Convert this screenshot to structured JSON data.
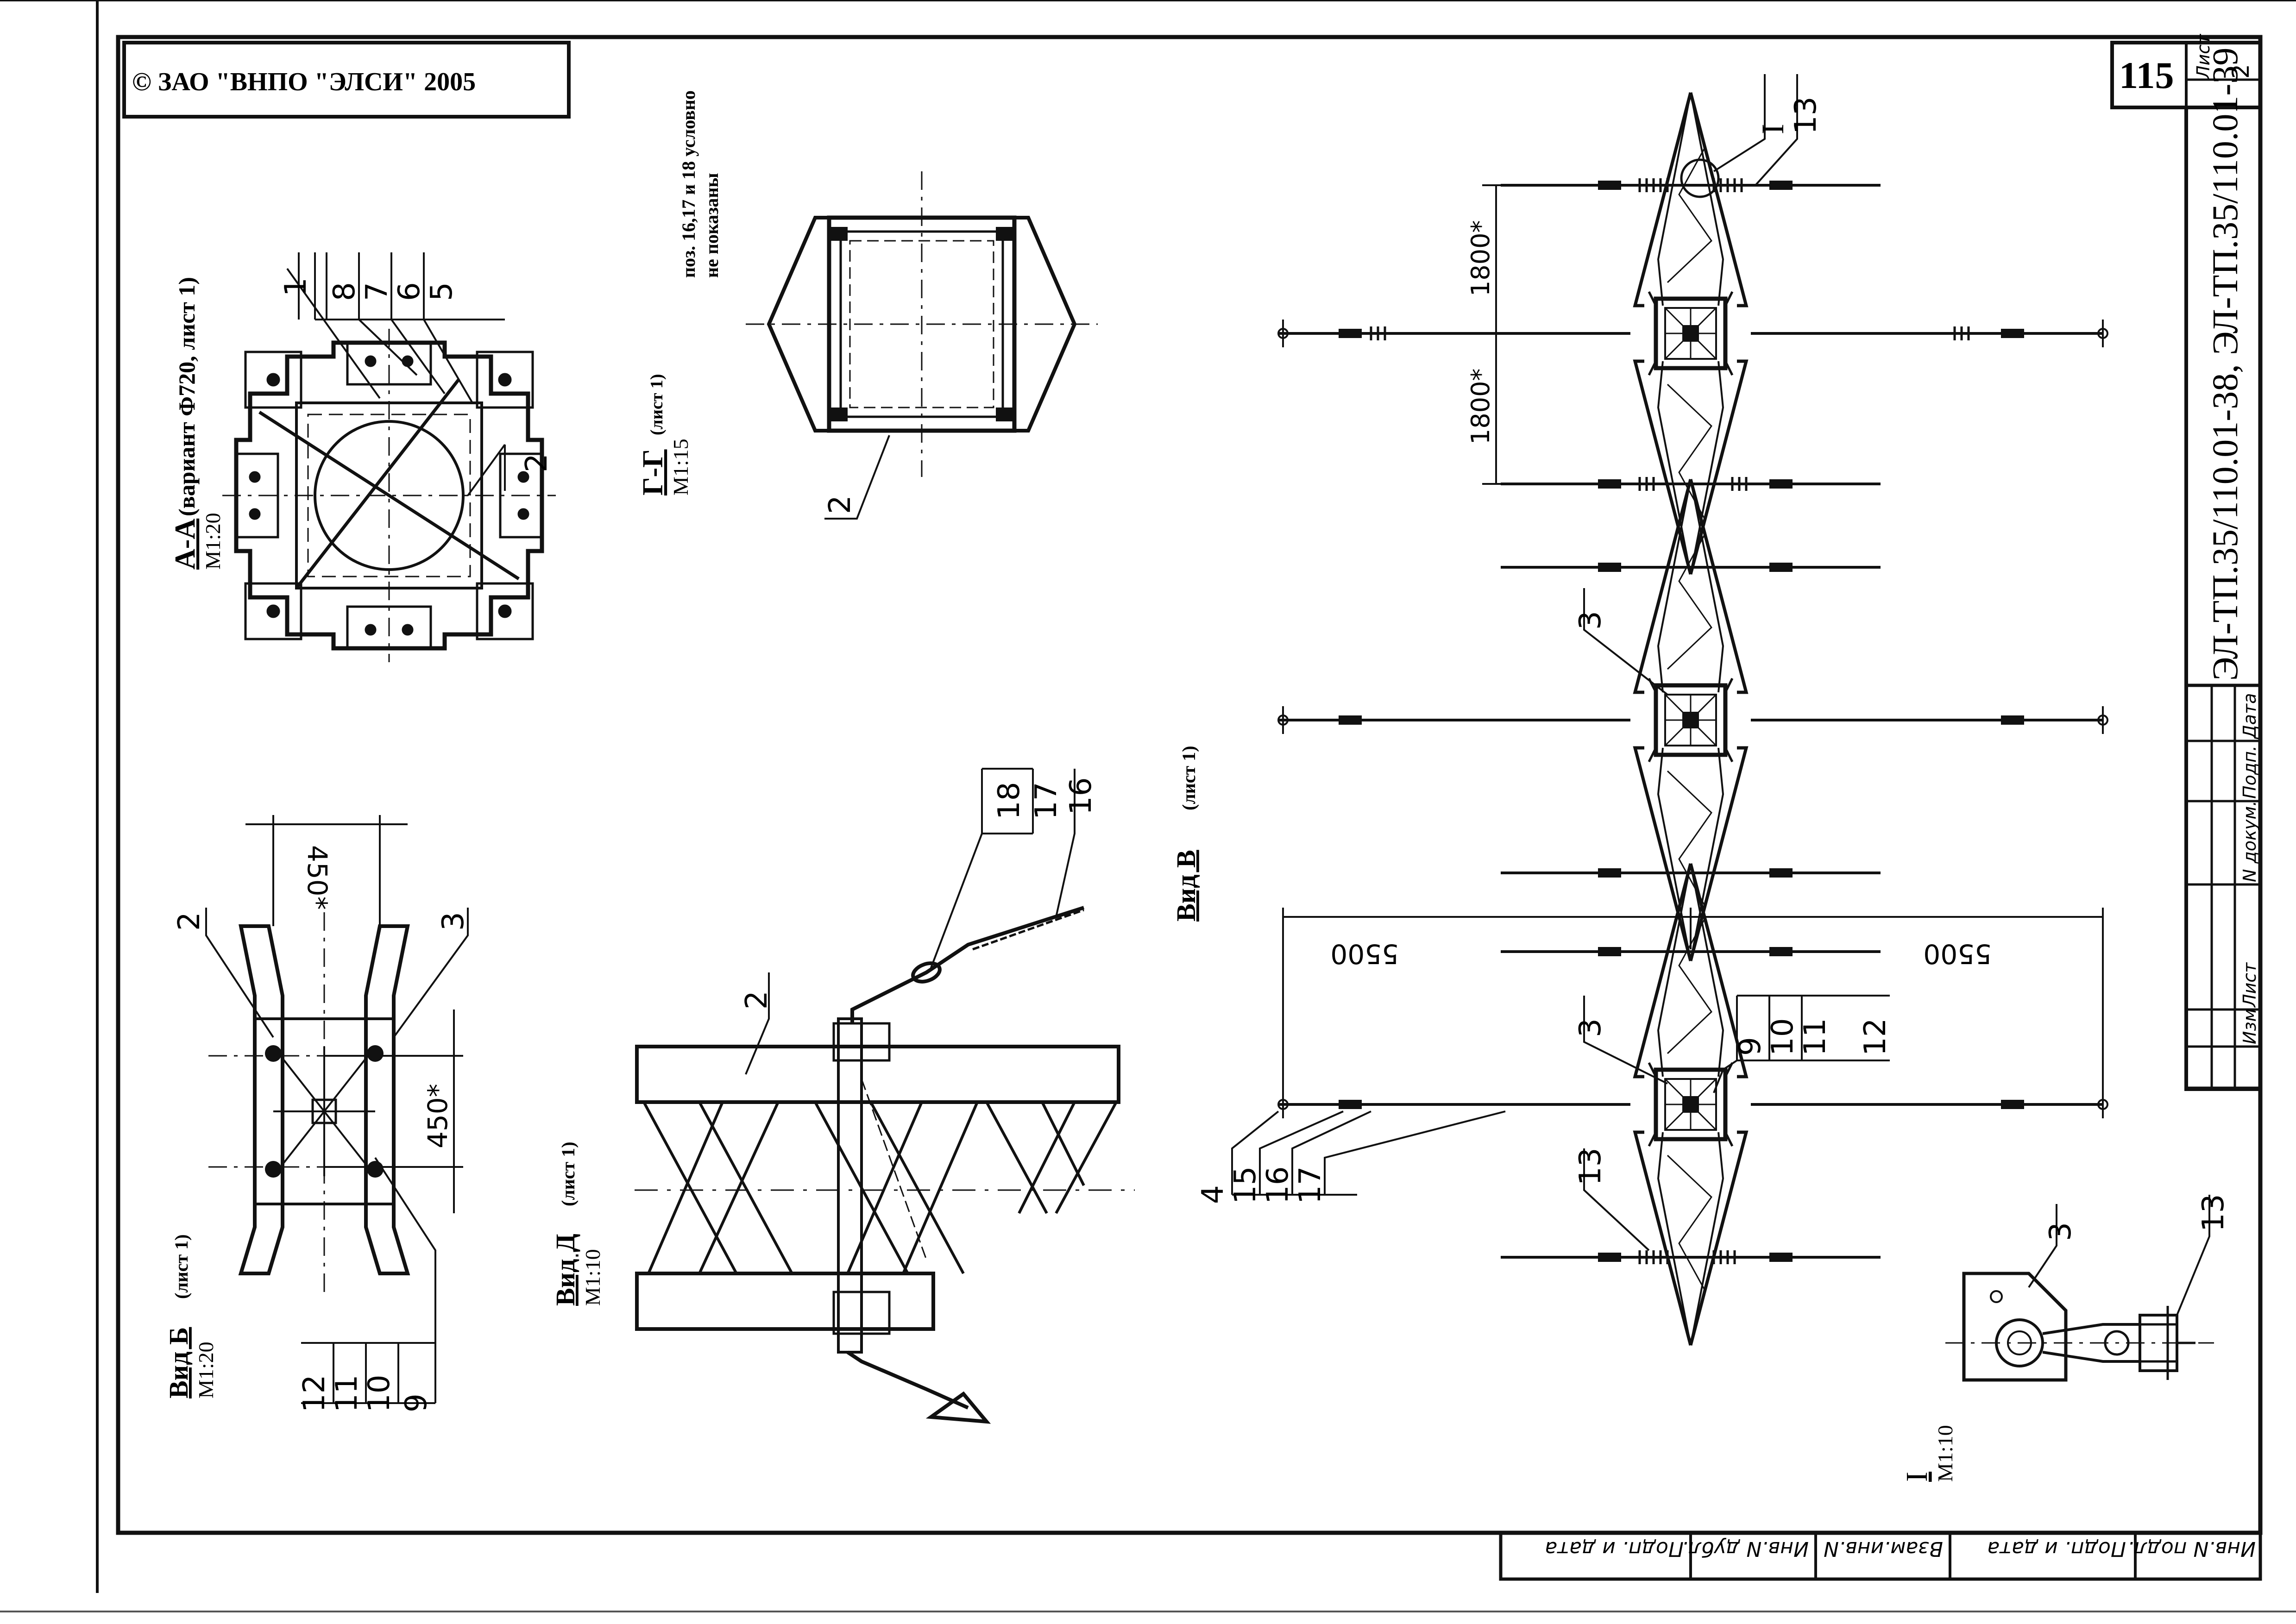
{
  "copyright": "© ЗАО \"ВНПО \"ЭЛСИ\" 2005",
  "title_block": {
    "page_number": "115",
    "sheet_label": "Лист",
    "sheet_number": "2",
    "doc_code": "ЭЛ-ТП.35/110.01-38, ЭЛ-ТП.35/110.01-39",
    "rev_headers": [
      "Изм",
      "Лист",
      "N докум.",
      "Подп.",
      "Дата"
    ]
  },
  "side_stamp": [
    "Инв.N подл.",
    "Подп. и дата",
    "Взам.инв.N",
    "Инв.N дубл.",
    "Подп. и дата"
  ],
  "views": {
    "aa": {
      "title": "А-А",
      "subtitle": "(вариант Ф720, лист 1)",
      "scale": "М1:20",
      "callouts": [
        "1",
        "8",
        "7",
        "6",
        "5",
        "2"
      ]
    },
    "gg": {
      "title": "Г-Г",
      "sheet": "(лист 1)",
      "scale": "М1:15",
      "note_line1": "поз. 16,17 и 18 условно",
      "note_line2": "не показаны",
      "callouts": [
        "2"
      ]
    },
    "b": {
      "title": "Вид Б",
      "sheet": "(лист 1)",
      "scale": "М1:20",
      "dim_top": "450*",
      "dim_side": "450*",
      "callouts": [
        "2",
        "3",
        "12",
        "11",
        "10",
        "9"
      ]
    },
    "d": {
      "title": "Вид Д",
      "sheet": "(лист 1)",
      "scale": "М1:10",
      "callouts": [
        "18",
        "17",
        "16",
        "2"
      ]
    },
    "v": {
      "title": "Вид В",
      "sheet": "(лист 1)",
      "dim_1800_a": "1800*",
      "dim_1800_b": "1800*",
      "dim_5500_a": "5500",
      "dim_5500_b": "5500",
      "callouts": [
        "I",
        "13",
        "3",
        "3",
        "9",
        "10",
        "11",
        "12",
        "4",
        "15",
        "16",
        "17",
        "13"
      ]
    },
    "detail": {
      "title": "I",
      "scale": "М1:10",
      "callouts": [
        "3",
        "13"
      ]
    }
  }
}
